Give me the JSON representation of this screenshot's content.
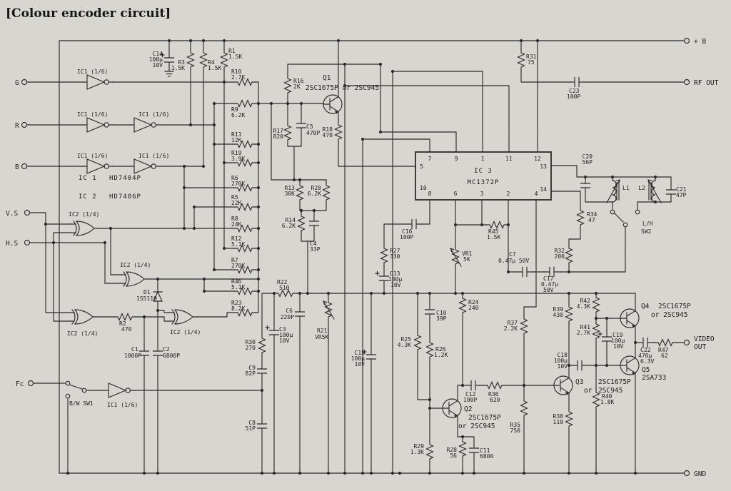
{
  "title": "[Colour encoder circuit]",
  "io": {
    "g": "G",
    "r": "R",
    "b": "B",
    "vs": "V.S",
    "hs": "H.S",
    "fc": "Fc",
    "plus_b": "+ B",
    "rf_out": "RF OUT",
    "video_1": "VIDEO",
    "video_2": "OUT",
    "gnd": "GND"
  },
  "legend": {
    "ic1": "IC 1",
    "ic1_part": "HD7404P",
    "ic2": "IC 2",
    "ic2_part": "HD7486P"
  },
  "gate": {
    "inv": "IC1 (1/6)",
    "xor": "IC2 (1/4)"
  },
  "ic3": {
    "name": "IC 3",
    "part": "MC1372P",
    "pin_t1": "7",
    "pin_t2": "9",
    "pin_t3": "1",
    "pin_t4": "11",
    "pin_t5": "12",
    "pin_b1": "8",
    "pin_b2": "6",
    "pin_b3": "3",
    "pin_b4": "2",
    "pin_b5": "4",
    "pin_l1": "5",
    "pin_l2": "10",
    "pin_r1": "13",
    "pin_r2": "14"
  },
  "r": {
    "r1": {
      "n": "R1",
      "v": "1.5K"
    },
    "r2": {
      "n": "R2",
      "v": "470"
    },
    "r3": {
      "n": "R3",
      "v": "1.5K"
    },
    "r4": {
      "n": "R4",
      "v": "1.5K"
    },
    "r5": {
      "n": "R5",
      "v": "22K"
    },
    "r6": {
      "n": "R6",
      "v": "270K"
    },
    "r7": {
      "n": "R7",
      "v": "270K"
    },
    "r8": {
      "n": "R8",
      "v": "24K"
    },
    "r9": {
      "n": "R9",
      "v": "6.2K"
    },
    "r10": {
      "n": "R10",
      "v": "2.7K"
    },
    "r11": {
      "n": "R11",
      "v": "12K"
    },
    "r12": {
      "n": "R12",
      "v": "5.1K"
    },
    "r13": {
      "n": "R13",
      "v": "30K"
    },
    "r14": {
      "n": "R14",
      "v": "6.2K"
    },
    "r16": {
      "n": "R16",
      "v": "2K"
    },
    "r17": {
      "n": "R17",
      "v": "820"
    },
    "r18": {
      "n": "R18",
      "v": "470"
    },
    "r19": {
      "n": "R19",
      "v": "3.9K"
    },
    "r20": {
      "n": "R20",
      "v": "6.2K"
    },
    "r21": {
      "n": "R21",
      "v": "VR5K"
    },
    "r22": {
      "n": "R22",
      "v": "510"
    },
    "r23": {
      "n": "R23",
      "v": "8.2K"
    },
    "r24": {
      "n": "R24",
      "v": "240"
    },
    "r25": {
      "n": "R25",
      "v": "4.3K"
    },
    "r26": {
      "n": "R26",
      "v": "1.2K"
    },
    "r27": {
      "n": "R27",
      "v": "330"
    },
    "r28": {
      "n": "R28",
      "v": "56"
    },
    "r29": {
      "n": "R29",
      "v": "1.3K"
    },
    "r30": {
      "n": "R30",
      "v": "270"
    },
    "r31": {
      "n": "R31",
      "v": "75"
    },
    "r32": {
      "n": "R32",
      "v": "200"
    },
    "r34": {
      "n": "R34",
      "v": "47"
    },
    "r35": {
      "n": "R35",
      "v": "750"
    },
    "r36": {
      "n": "R36",
      "v": "620"
    },
    "r37": {
      "n": "R37",
      "v": "2.2K"
    },
    "r38": {
      "n": "R38",
      "v": "110"
    },
    "r39": {
      "n": "R39",
      "v": "430"
    },
    "r40": {
      "n": "R40",
      "v": "1.8K"
    },
    "r41": {
      "n": "R41",
      "v": "2.7K"
    },
    "r42": {
      "n": "R42",
      "v": "4.3K"
    },
    "r45": {
      "n": "R45",
      "v": "1.5K"
    },
    "r46": {
      "n": "R46",
      "v": "5.1K"
    },
    "r47": {
      "n": "R47",
      "v": "62"
    }
  },
  "c": {
    "c1": {
      "n": "C1",
      "v": "1000P"
    },
    "c2": {
      "n": "C2",
      "v": "6800P"
    },
    "c3": {
      "n": "C3",
      "v": "100μ",
      "u": "10V"
    },
    "c4": {
      "n": "C4",
      "v": "33P"
    },
    "c5": {
      "n": "C5",
      "v": "470P"
    },
    "c6": {
      "n": "C6",
      "v": "220P"
    },
    "c7": {
      "n": "C7",
      "v": "0.47μ 50V"
    },
    "c8": {
      "n": "C8",
      "v": "51P"
    },
    "c9": {
      "n": "C9",
      "v": "82P"
    },
    "c10": {
      "n": "C10",
      "v": "39P"
    },
    "c11": {
      "n": "C11",
      "v": "6800"
    },
    "c12": {
      "n": "C12",
      "v": "100P"
    },
    "c13": {
      "n": "C13",
      "v": "100μ",
      "u": "10V"
    },
    "c14": {
      "n": "C14",
      "v": "100μ",
      "u": "10V"
    },
    "c15": {
      "n": "C15",
      "v": "100μ",
      "u": "10V"
    },
    "c16": {
      "n": "C16",
      "v": "100P"
    },
    "c17": {
      "n": "C17",
      "v": "0.47μ",
      "u": "50V"
    },
    "c18": {
      "n": "C18",
      "v": "100μ",
      "u": "10V"
    },
    "c19": {
      "n": "C19",
      "v": "100μ",
      "u": "10V"
    },
    "c20": {
      "n": "C20",
      "v": "56P"
    },
    "c21": {
      "n": "C21",
      "v": "47P"
    },
    "c22": {
      "n": "C22",
      "v": "470μ",
      "u": "6.3V"
    },
    "c23": {
      "n": "C23",
      "v": "100P"
    }
  },
  "q": {
    "q1": {
      "n": "Q1",
      "p1": "2SC1675P or 2SC945"
    },
    "q2": {
      "n": "Q2",
      "p1": "2SC1675P",
      "p2": "or 2SC945"
    },
    "q3": {
      "n": "Q3",
      "p1": "2SC1675P",
      "p2": "or",
      "p3": "2SC945"
    },
    "q4": {
      "n": "Q4",
      "p1": "2SC1675P",
      "p2": "or 2SC945"
    },
    "q5": {
      "n": "Q5",
      "p1": "2SA733"
    }
  },
  "d": {
    "d1": {
      "n": "D1",
      "v": "1S5119"
    }
  },
  "vr": {
    "vr1": {
      "n": "VR1",
      "v": "5K"
    }
  },
  "l": {
    "l1": "L1",
    "l2": "L2"
  },
  "sw": {
    "sw1": "B/W SW1",
    "sw2a": "L/H",
    "sw2b": "SW2"
  }
}
